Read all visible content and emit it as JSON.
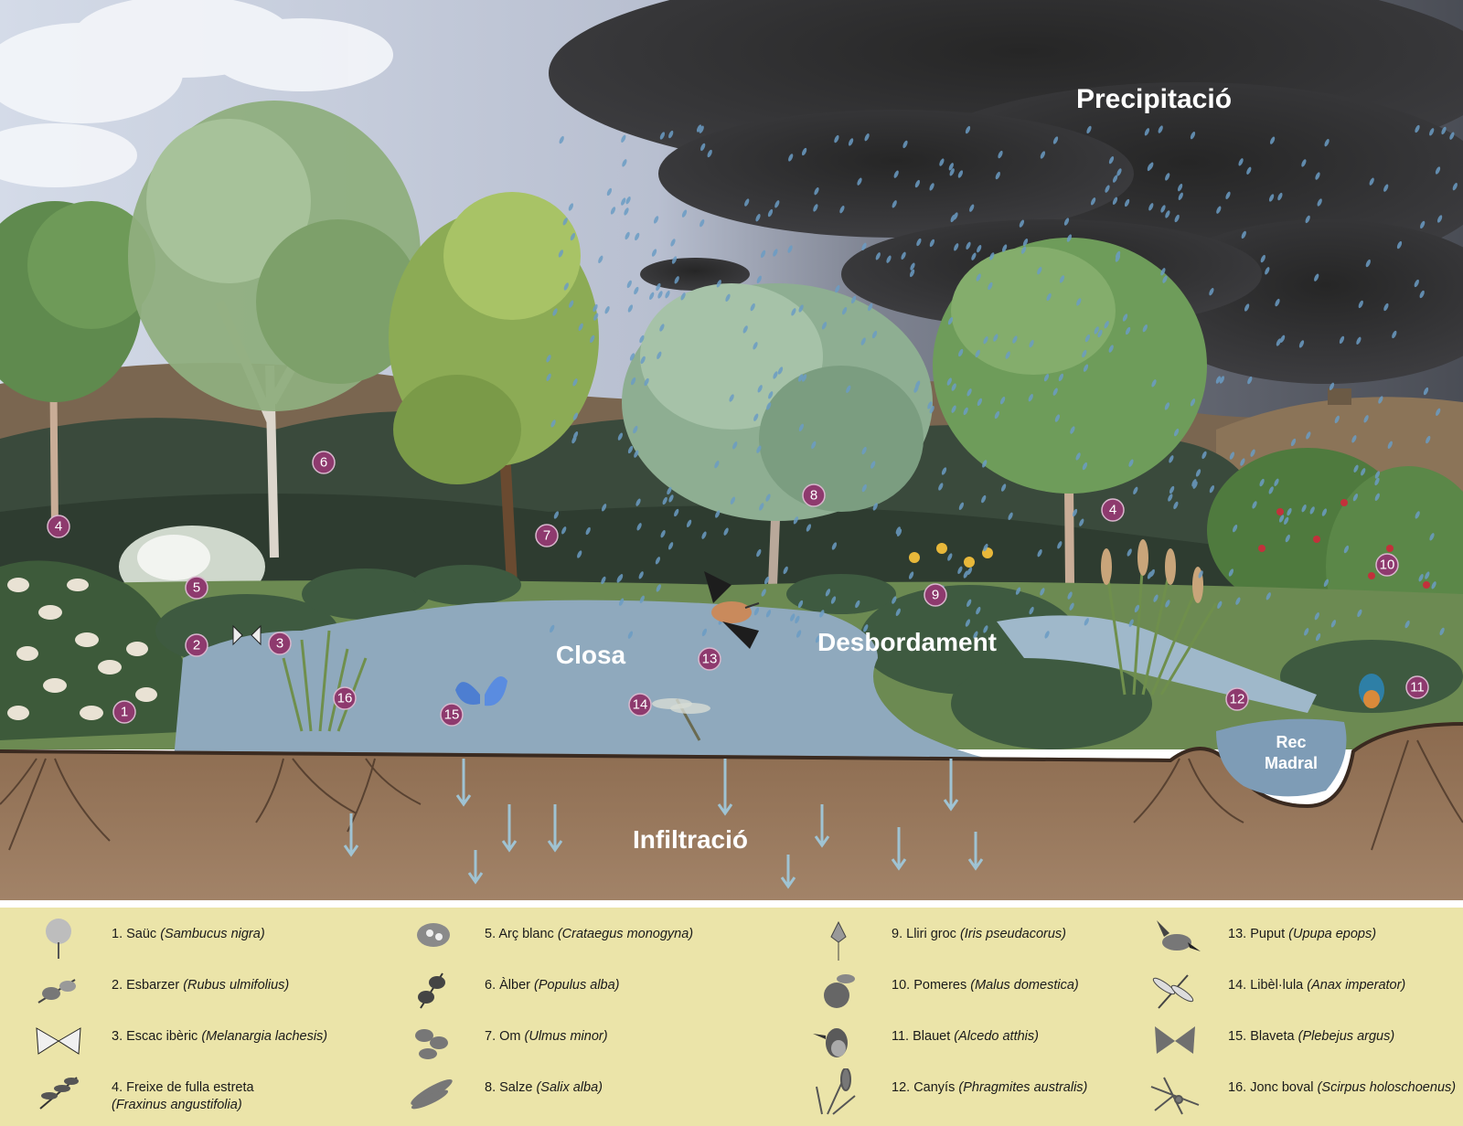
{
  "scene": {
    "labels": {
      "precipitation": "Precipitació",
      "closa": "Closa",
      "overflow": "Desbordament",
      "infiltration": "Infiltració",
      "channel_line1": "Rec",
      "channel_line2": "Madral"
    },
    "markers": [
      "4",
      "6",
      "5",
      "2",
      "3",
      "1",
      "7",
      "8",
      "4",
      "9",
      "10",
      "13",
      "16",
      "15",
      "14",
      "12",
      "11"
    ]
  },
  "legend": {
    "items": [
      {
        "num": "1.",
        "name": "Saüc",
        "latin": "(Sambucus nigra)",
        "icon": "elder-flower-icon"
      },
      {
        "num": "2.",
        "name": "Esbarzer",
        "latin": "(Rubus ulmifolius)",
        "icon": "bramble-icon"
      },
      {
        "num": "3.",
        "name": "Escac ibèric",
        "latin": "(Melanargia lachesis)",
        "icon": "marbled-white-butterfly-icon"
      },
      {
        "num": "4.",
        "name": "Freixe de fulla estreta",
        "latin": "(Fraxinus angustifolia)",
        "icon": "ash-leaf-icon"
      },
      {
        "num": "5.",
        "name": "Arç blanc",
        "latin": "(Crataegus monogyna)",
        "icon": "hawthorn-icon"
      },
      {
        "num": "6.",
        "name": "Àlber",
        "latin": "(Populus alba)",
        "icon": "white-poplar-icon"
      },
      {
        "num": "7.",
        "name": "Om",
        "latin": "(Ulmus minor)",
        "icon": "elm-leaf-icon"
      },
      {
        "num": "8.",
        "name": "Salze",
        "latin": "(Salix alba)",
        "icon": "willow-icon"
      },
      {
        "num": "9.",
        "name": "Lliri groc",
        "latin": "(Iris pseudacorus)",
        "icon": "iris-icon"
      },
      {
        "num": "10.",
        "name": "Pomeres",
        "latin": "(Malus domestica)",
        "icon": "apple-icon"
      },
      {
        "num": "11.",
        "name": "Blauet",
        "latin": "(Alcedo atthis)",
        "icon": "kingfisher-icon"
      },
      {
        "num": "12.",
        "name": "Canyís",
        "latin": "(Phragmites australis)",
        "icon": "reed-icon"
      },
      {
        "num": "13.",
        "name": "Puput",
        "latin": "(Upupa epops)",
        "icon": "hoopoe-icon"
      },
      {
        "num": "14.",
        "name": "Libèl·lula",
        "latin": "(Anax imperator)",
        "icon": "dragonfly-icon"
      },
      {
        "num": "15.",
        "name": "Blaveta",
        "latin": "(Plebejus argus)",
        "icon": "blue-butterfly-icon"
      },
      {
        "num": "16.",
        "name": "Jonc boval",
        "latin": "(Scirpus holoschoenus)",
        "icon": "rush-icon"
      }
    ]
  },
  "colors": {
    "marker": "#8e3a6e",
    "water": "#8fa9bd",
    "soil": "#8b6a4e",
    "legend_bg": "#ebe4a9",
    "storm_cloud": "#2c2c2c"
  }
}
